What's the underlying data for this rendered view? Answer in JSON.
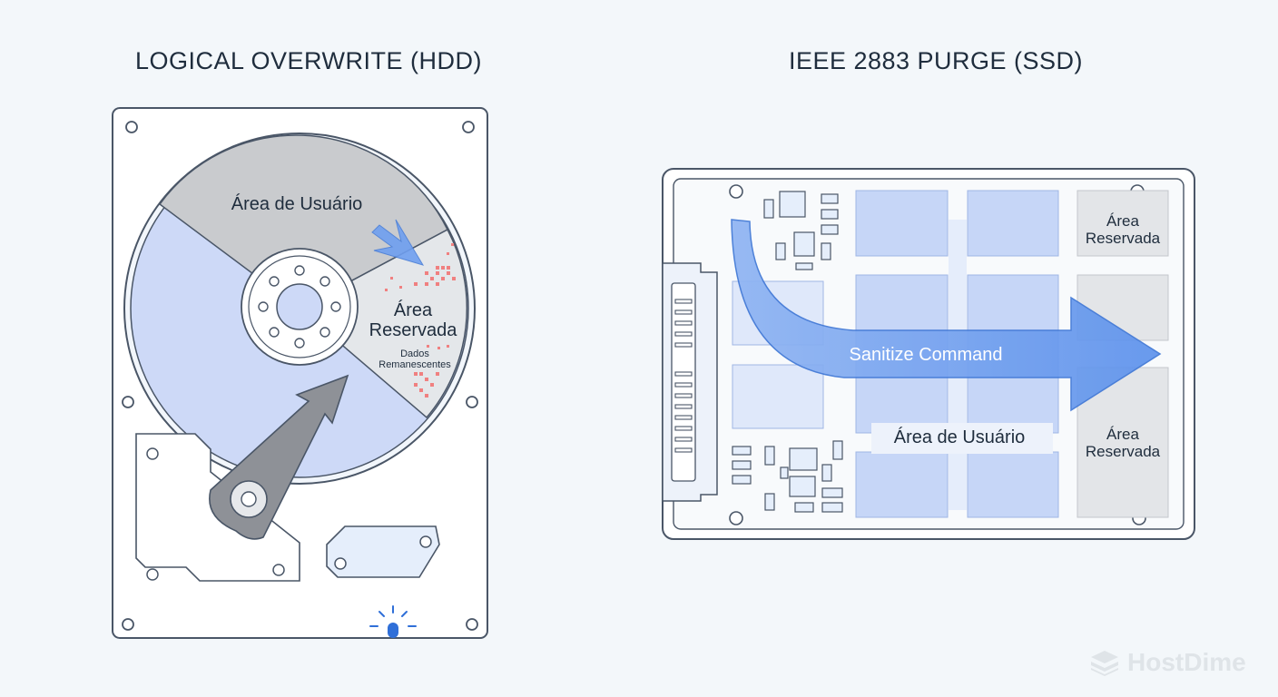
{
  "hdd": {
    "title": "LOGICAL OVERWRITE (HDD)",
    "user_area_label": "Área de Usuário",
    "reserved_area_label_1": "Área",
    "reserved_area_label_2": "Reservada",
    "remnant_label_1": "Dados",
    "remnant_label_2": "Remanescentes"
  },
  "ssd": {
    "title": "IEEE 2883 PURGE (SSD)",
    "command_label": "Sanitize Command",
    "user_area_label": "Área de Usuário",
    "reserved_top_1": "Área",
    "reserved_top_2": "Reservada",
    "reserved_bottom_1": "Área",
    "reserved_bottom_2": "Reservada"
  },
  "brand": {
    "name": "HostDime"
  },
  "colors": {
    "outline": "#4a5667",
    "platter_blue": "#cdd9f7",
    "user_gray": "#c9cbce",
    "arrow_blue": "#6f9ff0",
    "remnant_red": "#f08080",
    "led_blue": "#2f6fd8"
  }
}
